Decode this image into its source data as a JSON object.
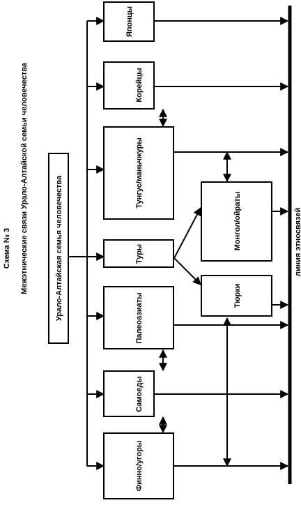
{
  "scheme": {
    "number_label": "Схема № 3",
    "title": "Межэтнические связи Урало-Алтайской семьи человечества"
  },
  "root": {
    "label": "Урало-Алтайская семья человечества"
  },
  "groups": [
    {
      "id": "yapontsy",
      "label": "Японцы"
    },
    {
      "id": "koreytsy",
      "label": "Корейцы"
    },
    {
      "id": "tungus",
      "label": "Тунгус/маньчжуры"
    },
    {
      "id": "tury",
      "label": "Туры"
    },
    {
      "id": "paleoaziaty",
      "label": "Палеоазиаты"
    },
    {
      "id": "samoyedy",
      "label": "Самоеды"
    },
    {
      "id": "finno",
      "label": "Финно/угоры"
    },
    {
      "id": "mongol",
      "label": "Монгол/ойраты"
    },
    {
      "id": "tyurki",
      "label": "Тюрки"
    }
  ],
  "ethno_line": {
    "label": "линия этносвязей"
  },
  "colors": {
    "line": "#000000",
    "background": "#ffffff"
  }
}
